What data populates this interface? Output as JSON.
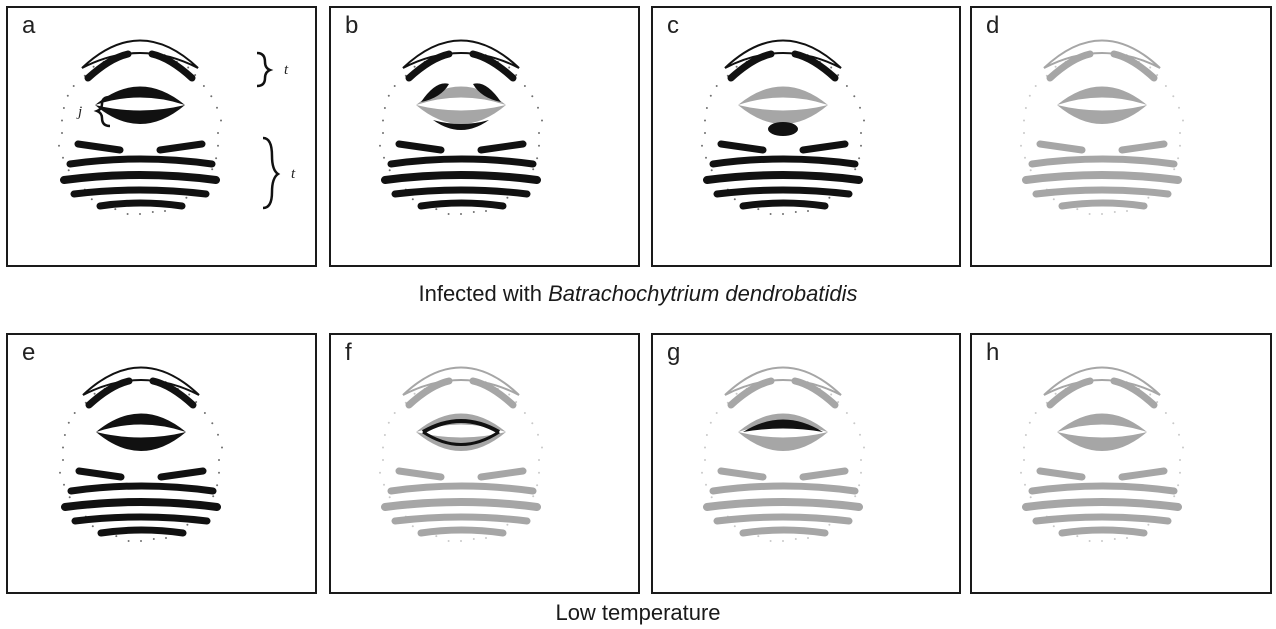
{
  "colors": {
    "keratinized": "#111111",
    "depigmented": "#a6a6a6",
    "border": "#1a1a1a"
  },
  "rows": [
    {
      "caption_prefix": "Infected with ",
      "caption_italic": "Batrachochytrium dendrobatidis",
      "panels": [
        {
          "letter": "a",
          "teeth": "black",
          "jaw": "black",
          "jaw_black_part": "full",
          "labels": {
            "t": "t",
            "j": "j"
          }
        },
        {
          "letter": "b",
          "teeth": "black",
          "jaw": "gray",
          "jaw_black_part": "patches"
        },
        {
          "letter": "c",
          "teeth": "black",
          "jaw": "gray",
          "jaw_black_part": "lower-spot"
        },
        {
          "letter": "d",
          "teeth": "gray",
          "jaw": "gray",
          "jaw_black_part": "none"
        }
      ]
    },
    {
      "caption_prefix": "Low temperature",
      "caption_italic": "",
      "panels": [
        {
          "letter": "e",
          "teeth": "black",
          "jaw": "black",
          "jaw_black_part": "full"
        },
        {
          "letter": "f",
          "teeth": "gray",
          "jaw": "gray",
          "jaw_black_part": "rim"
        },
        {
          "letter": "g",
          "teeth": "gray",
          "jaw": "gray",
          "jaw_black_part": "upper"
        },
        {
          "letter": "h",
          "teeth": "gray",
          "jaw": "gray",
          "jaw_black_part": "none"
        }
      ]
    }
  ]
}
